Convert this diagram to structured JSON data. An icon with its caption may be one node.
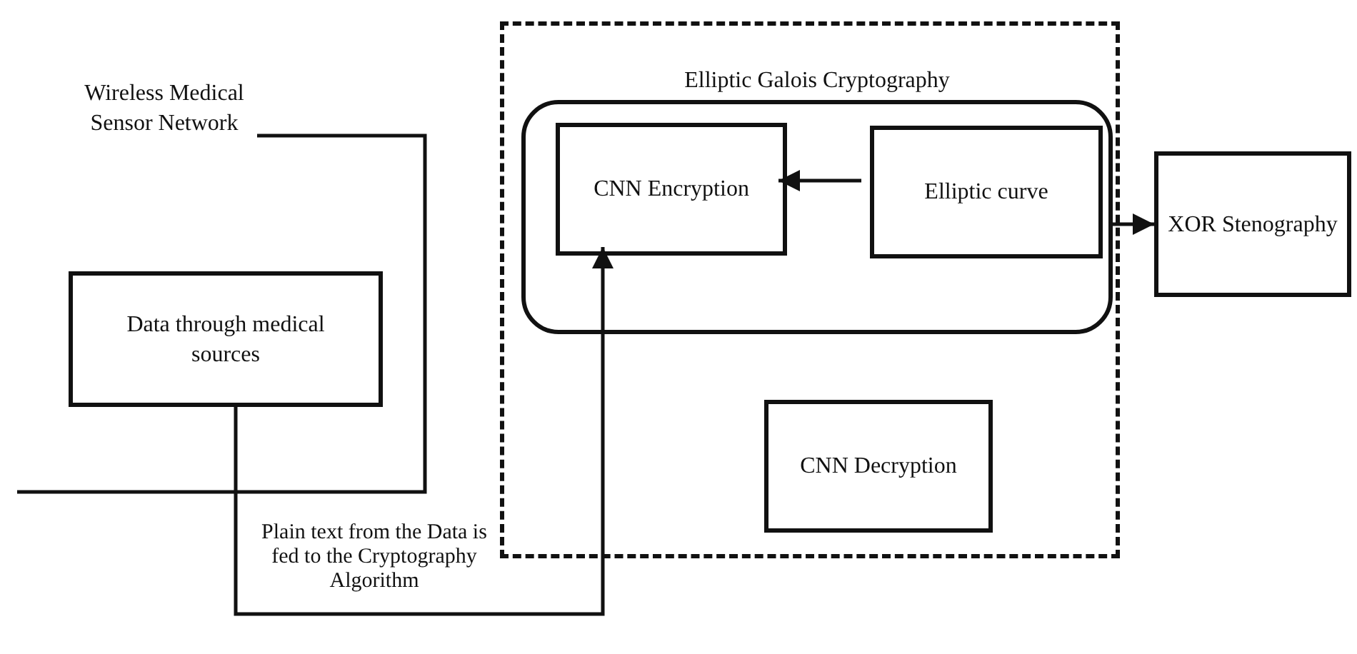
{
  "diagram": {
    "nodes": [
      {
        "text": [
          "Wireless Medical Sensor Network"
        ]
      },
      {
        "text": [
          "Data through medical sources"
        ],
        "in": 0
      },
      {
        "text": [],
        "shape": "box"
      },
      {
        "text": [
          "Elliptic Galois Cryptography"
        ],
        "in": 2
      },
      {
        "text": [
          "CNN Encryption"
        ],
        "in": 3
      },
      {
        "text": [
          "Elliptic curve"
        ],
        "in": 3
      },
      {
        "text": [
          "CNN Decryption"
        ],
        "in": 2
      },
      {
        "text": [
          "XOR Stenography"
        ]
      }
    ],
    "edges": [
      {
        "from": 1,
        "to": 4,
        "arrow": "to",
        "label": "Plain text from the Data is fed to the Cryptography Algorithm"
      },
      {
        "from": 5,
        "to": 4,
        "arrow": "to"
      },
      {
        "from": 3,
        "to": 7,
        "arrow": "to"
      }
    ]
  }
}
